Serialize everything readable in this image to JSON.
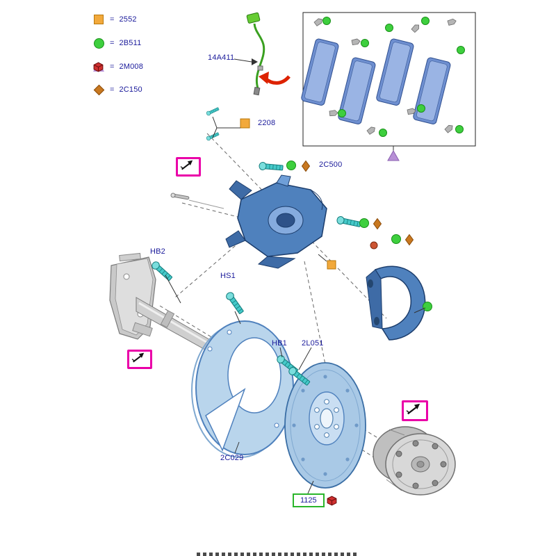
{
  "title": "Rear disc brake exploded parts diagram",
  "legend": {
    "items": [
      {
        "symbol": "orange-square",
        "eq": "=",
        "label": "2552"
      },
      {
        "symbol": "green-circle",
        "eq": "=",
        "label": "2B511"
      },
      {
        "symbol": "purple-triangle",
        "eq": "=",
        "label": "2M008",
        "extra_icon": "red-parts-icon"
      },
      {
        "symbol": "orange-diamond",
        "eq": "=",
        "label": "2C150"
      }
    ]
  },
  "labels": {
    "wear_sensor": "14A411",
    "bleeder_kit": "2208",
    "caliper": "2C500",
    "bolt_hb2": "HB2",
    "bolt_hs1": "HS1",
    "bolt_hb1": "HB1",
    "bolt_2l051": "2L051",
    "dust_shield": "2C029",
    "rotor": "1125"
  },
  "icons": {
    "direction_arrow": "view-direction-arrow-icon",
    "red_parts": "red-parts-catalog-icon"
  },
  "colors": {
    "label_text": "#19199a",
    "magenta_accent": "#ea00a8",
    "green_symbol": "#3ecf3e",
    "orange_square": "#f2a93b",
    "orange_diamond": "#c87820",
    "purple_triangle": "#b78fd6",
    "teal_bolt": "#45c9c9",
    "part_blue": "#4f81bd",
    "part_light_blue": "#b9d5ec",
    "part_gray": "#d6d6d6",
    "highlight_green_box": "#2ab52a",
    "red_arrow": "#dd2200"
  }
}
